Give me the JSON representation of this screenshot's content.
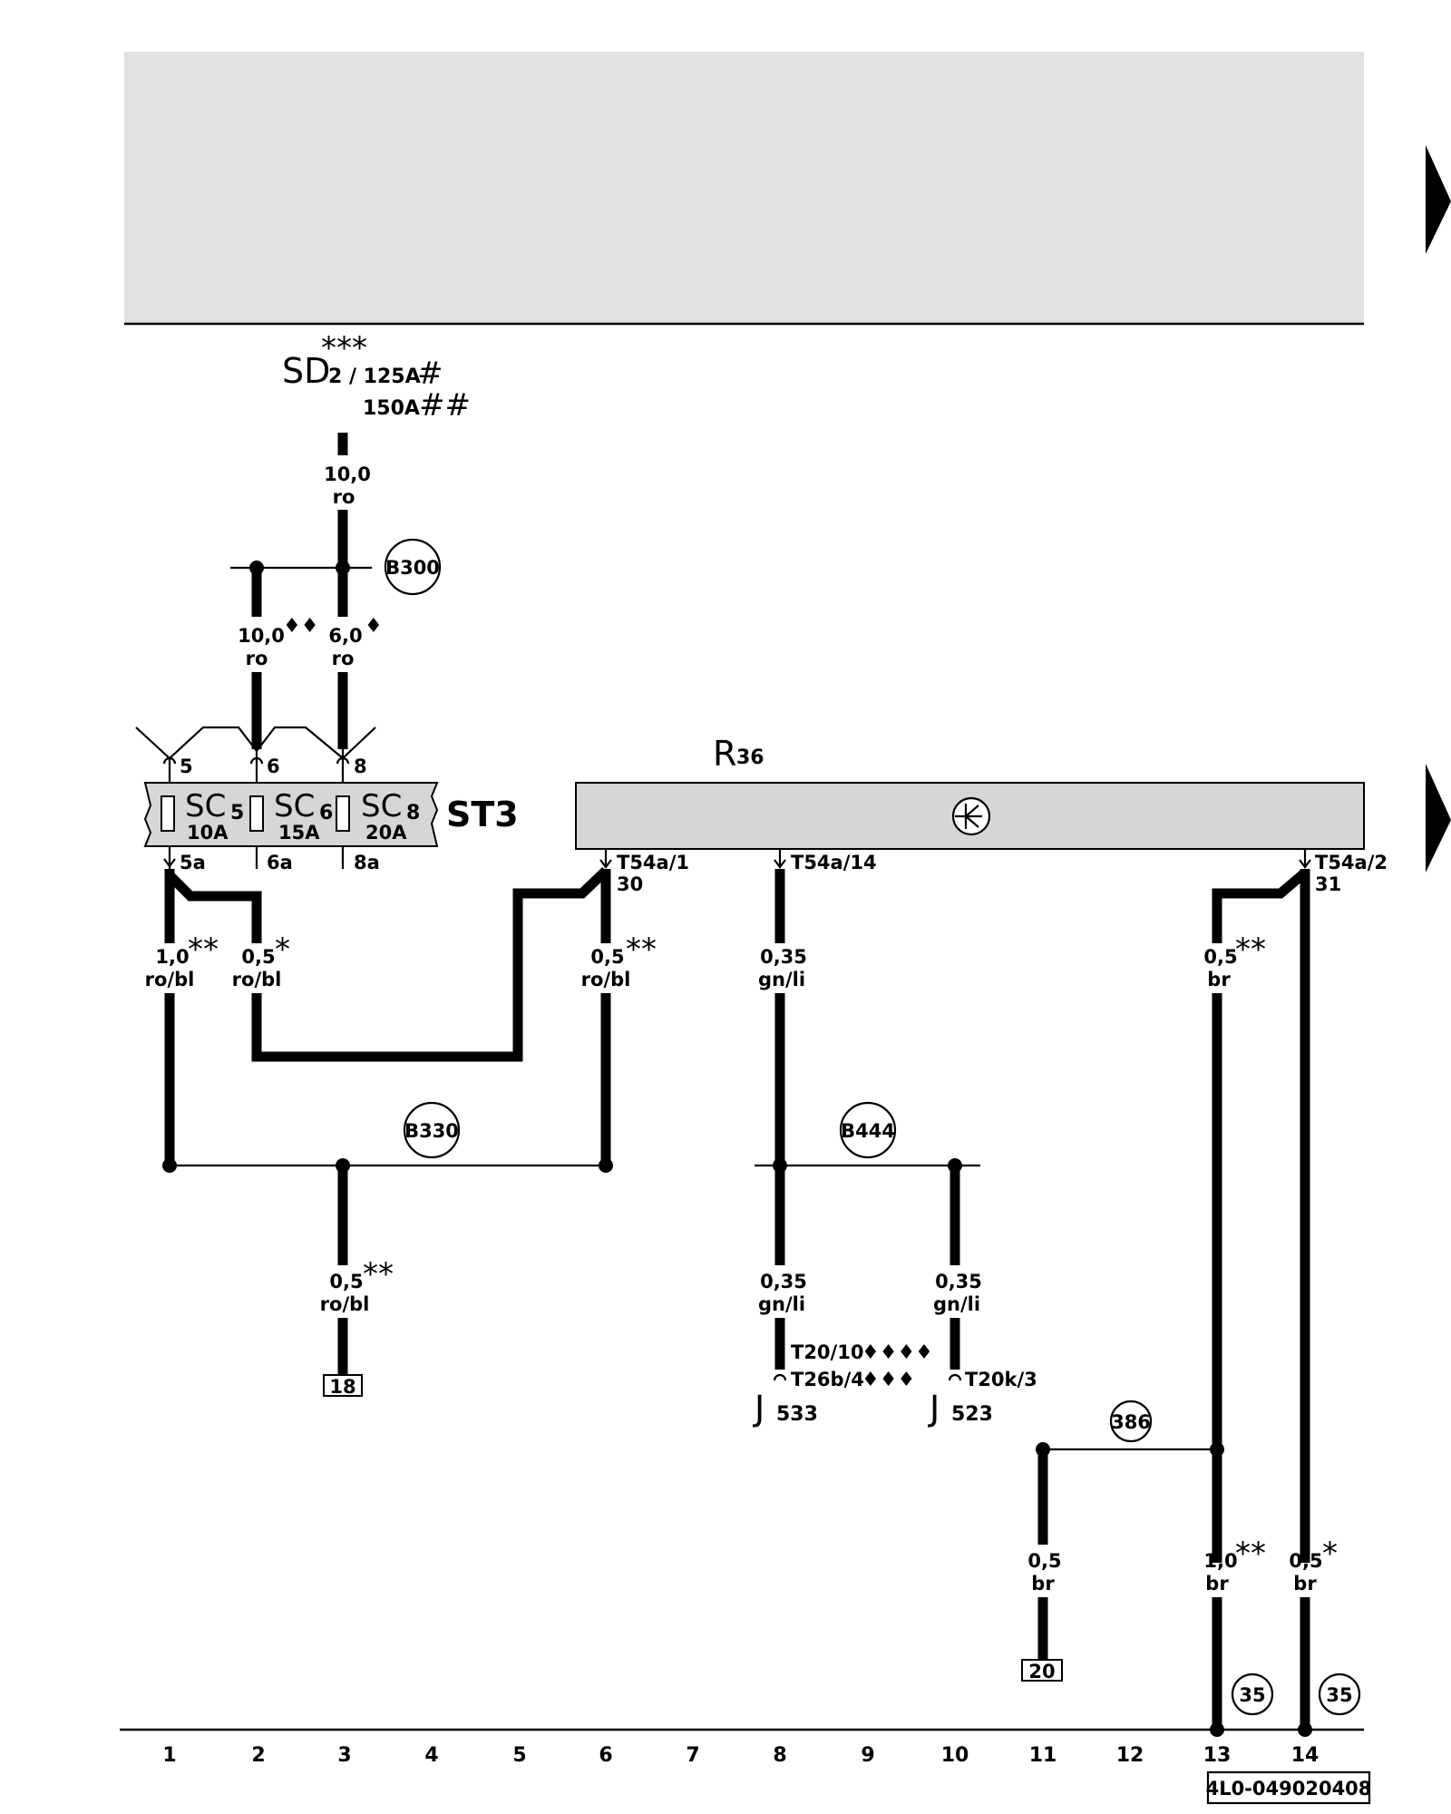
{
  "header": {
    "band_color": "#e2e2e2"
  },
  "sd": {
    "name": "SD",
    "sub": "2 / 125A",
    "stars": "***",
    "mark1": "#",
    "alt": "150A",
    "mark2": "##"
  },
  "top_wire": {
    "size": "10,0",
    "color": "ro"
  },
  "b300": {
    "label": "B300"
  },
  "w_left_top": {
    "size": "10,0",
    "mark": "♦♦",
    "color": "ro"
  },
  "w_right_top": {
    "size": "6,0",
    "mark": "♦",
    "color": "ro"
  },
  "fuse_box": {
    "name": "ST3",
    "fuses": [
      {
        "id": "SC",
        "sub": "5",
        "rating": "10A",
        "pin_in": "5",
        "pin_out": "5a"
      },
      {
        "id": "SC",
        "sub": "6",
        "rating": "15A",
        "pin_in": "6",
        "pin_out": "6a"
      },
      {
        "id": "SC",
        "sub": "8",
        "rating": "20A",
        "pin_in": "8",
        "pin_out": "8a"
      }
    ]
  },
  "r36": {
    "name": "R",
    "sub": "36",
    "pins": [
      {
        "conn": "T54a/1",
        "term": "30"
      },
      {
        "conn": "T54a/14",
        "term": ""
      },
      {
        "conn": "T54a/2",
        "term": "31"
      }
    ]
  },
  "wires": {
    "c1": {
      "size": "1,0",
      "mark": "**",
      "color": "ro/bl"
    },
    "c2": {
      "size": "0,5",
      "mark": "*",
      "color": "ro/bl"
    },
    "c6": {
      "size": "0,5",
      "mark": "**",
      "color": "ro/bl"
    },
    "c8": {
      "size": "0,35",
      "mark": "",
      "color": "gn/li"
    },
    "c13": {
      "size": "0,5",
      "mark": "**",
      "color": "br"
    },
    "c3b": {
      "size": "0,5",
      "mark": "**",
      "color": "ro/bl"
    },
    "c8b": {
      "size": "0,35",
      "mark": "",
      "color": "gn/li"
    },
    "c10b": {
      "size": "0,35",
      "mark": "",
      "color": "gn/li"
    },
    "c11b": {
      "size": "0,5",
      "mark": "",
      "color": "br"
    },
    "c13b": {
      "size": "1,0",
      "mark": "**",
      "color": "br"
    },
    "c14b": {
      "size": "0,5",
      "mark": "*",
      "color": "br"
    }
  },
  "splices": {
    "b330": "B330",
    "b444": "B444",
    "s386": "386"
  },
  "ref_boxes": {
    "r18": "18",
    "r20": "20"
  },
  "j533": {
    "name": "J",
    "sub": "533",
    "conn1": "T20/10",
    "conn1_mark": "♦♦♦♦",
    "conn2": "T26b/4",
    "conn2_mark": "♦♦♦"
  },
  "j523": {
    "name": "J",
    "sub": "523",
    "conn": "T20k/3"
  },
  "ground_refs": [
    "35",
    "35"
  ],
  "columns": [
    "1",
    "2",
    "3",
    "4",
    "5",
    "6",
    "7",
    "8",
    "9",
    "10",
    "11",
    "12",
    "13",
    "14"
  ],
  "doc_id": "4L0-049020408"
}
